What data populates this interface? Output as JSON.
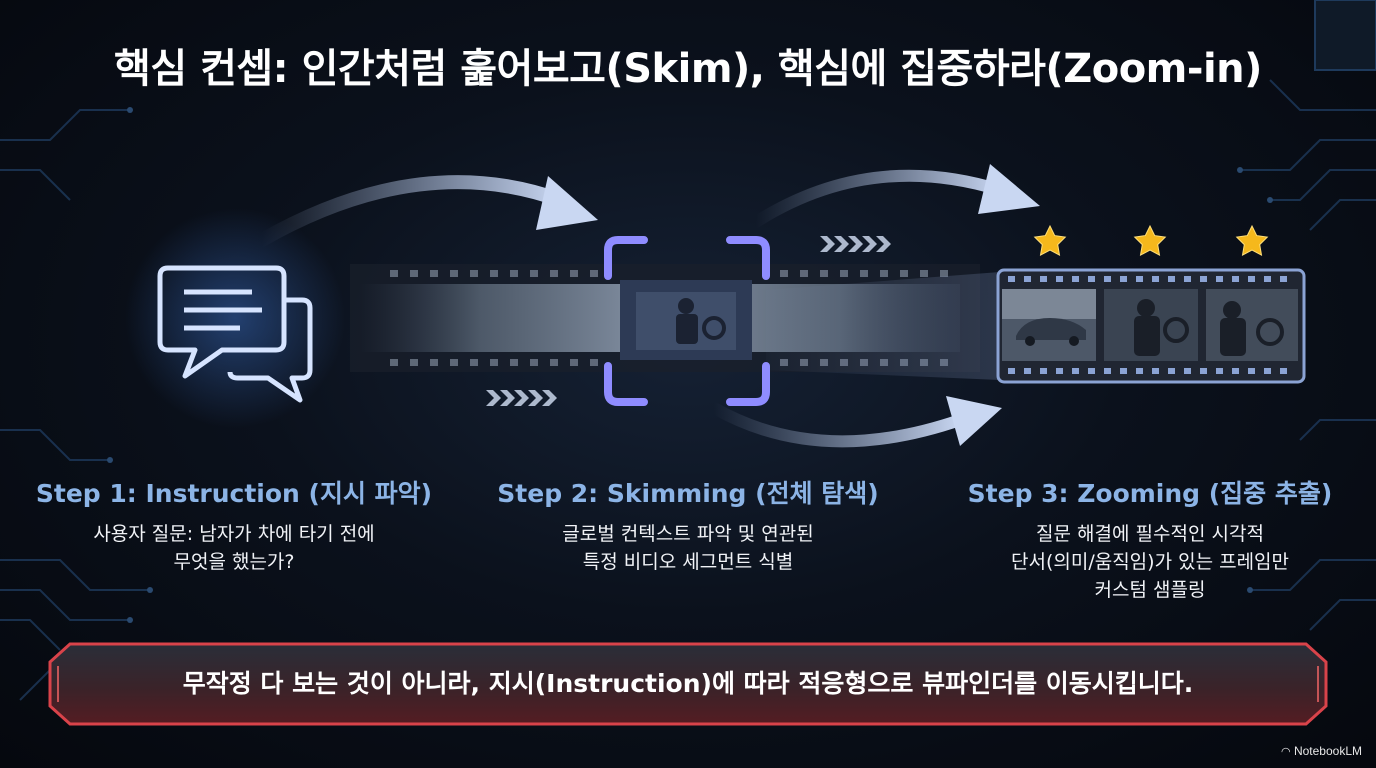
{
  "title": "핵심 컨셉: 인간처럼 훑어보고(Skim), 핵심에 집중하라(Zoom-in)",
  "steps": [
    {
      "title": "Step 1: Instruction (지시 파악)",
      "desc": "사용자 질문: 남자가 차에 타기 전에\n무엇을 했는가?"
    },
    {
      "title": "Step 2: Skimming (전체 탐색)",
      "desc": "글로벌 컨텍스트 파악 및 연관된\n특정 비디오 세그먼트 식별"
    },
    {
      "title": "Step 3: Zooming (집중 추출)",
      "desc": "질문 해결에 필수적인 시각적\n단서(의미/움직임)가 있는 프레임만\n커스텀 샘플링"
    }
  ],
  "banner": {
    "text": "무작정 다 보는 것이 아니라, 지시(Instruction)에 따라 적응형으로 뷰파인더를 이동시킵니다."
  },
  "watermark": "NotebookLM",
  "icons": {
    "instruction": "chat-bubbles-icon",
    "viewfinder": "viewfinder-icon",
    "keyframes": "film-strip-icon",
    "rating": "star-icon"
  },
  "colors": {
    "accent_blue": "#8cb4e6",
    "viewfinder": "#8f8cff",
    "banner_border": "#d9434a",
    "star": "#f5b81c"
  }
}
